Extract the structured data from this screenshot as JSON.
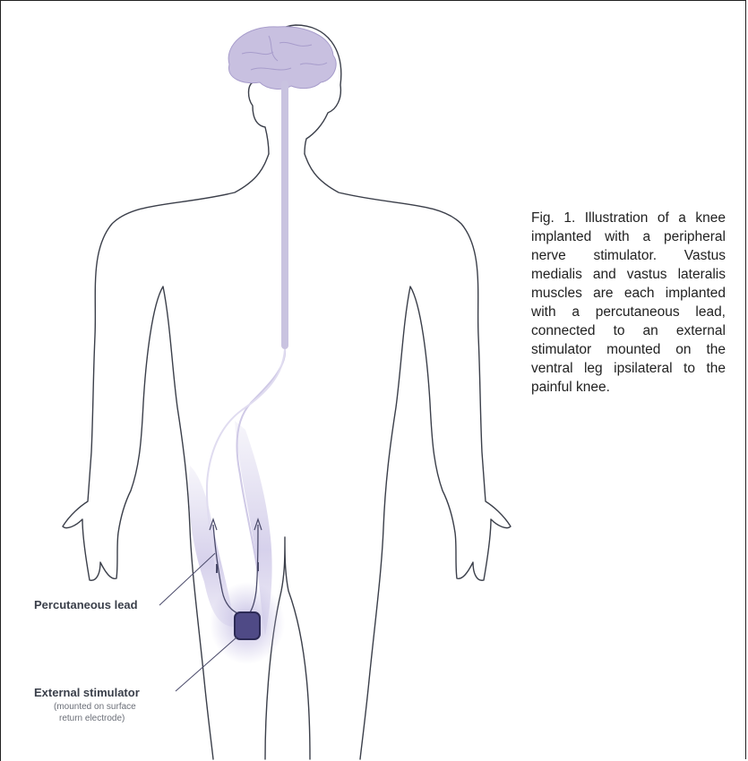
{
  "caption": "Fig. 1. Illustration of a knee implanted with a peripheral nerve stimulator. Vastus medialis and vastus lateralis muscles are each implanted with a percutaneous lead, connected to an external stimulator mounted on the ventral leg ipsilateral to the painful knee.",
  "labels": {
    "percutaneous_lead": "Percutaneous lead",
    "external_stimulator": "External stimulator",
    "mounted_note_line1": "(mounted on surface",
    "mounted_note_line2": "return electrode)"
  },
  "colors": {
    "outline": "#3b3f4a",
    "nerve": "#c9c3e0",
    "muscle_shade": "#d8d4ec",
    "stimulator_fill": "#4f4a86",
    "stimulator_border": "#2c2a55"
  }
}
